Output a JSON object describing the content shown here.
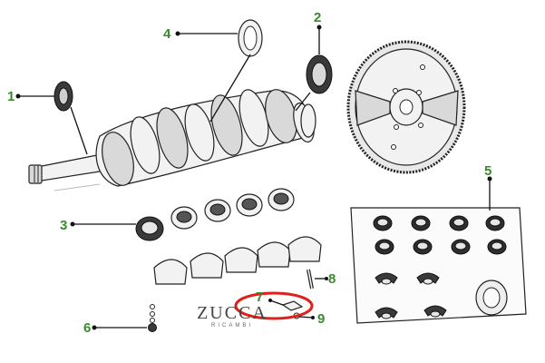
{
  "diagram": {
    "callouts": [
      {
        "id": "1",
        "label": "1"
      },
      {
        "id": "2",
        "label": "2"
      },
      {
        "id": "3",
        "label": "3"
      },
      {
        "id": "4",
        "label": "4"
      },
      {
        "id": "5",
        "label": "5"
      },
      {
        "id": "6",
        "label": "6"
      },
      {
        "id": "7",
        "label": "7"
      },
      {
        "id": "8",
        "label": "8"
      },
      {
        "id": "9",
        "label": "9"
      }
    ],
    "brand": {
      "name": "ZUCCA",
      "subtitle": "RICAMBI"
    },
    "colors": {
      "callout": "#3a8a2e",
      "highlight": "#e0201b",
      "line": "#111111"
    }
  }
}
